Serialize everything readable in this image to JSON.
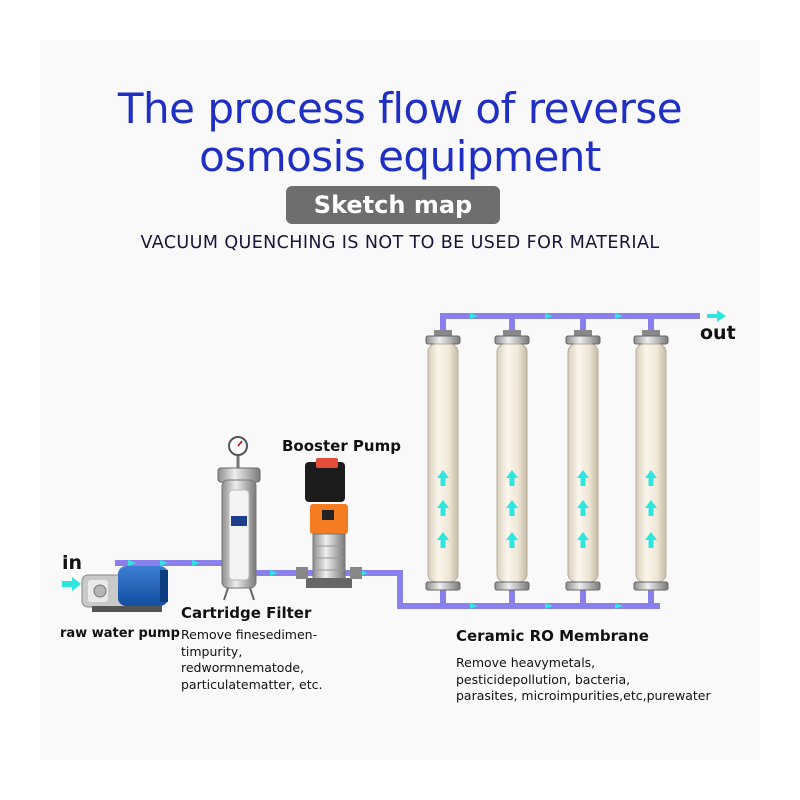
{
  "title_line1": "The process flow of reverse",
  "title_line2": "osmosis equipment",
  "badge": "Sketch map",
  "subtitle": "VACUUM QUENCHING IS NOT TO BE USED FOR MATERIAL",
  "labels": {
    "inlet": "in",
    "outlet": "out",
    "raw_water_pump": "raw water pump",
    "cartridge_filter": "Cartridge Filter",
    "booster_pump": "Booster Pump",
    "membrane": "Ceramic  RO Membrane"
  },
  "descriptions": {
    "cartridge_filter": [
      "Remove finesedimen-",
      "timpurity,",
      "redwormnematode,",
      "particulatematter, etc."
    ],
    "membrane": [
      "Remove heavymetals,",
      "pesticidepollution, bacteria,",
      "parasites, microimpurities,etc,purewater"
    ]
  },
  "colors": {
    "title": "#1f2fc4",
    "pipe": "#8a80ec",
    "arrow": "#2ee6e0",
    "badge": "#6e6e6e"
  }
}
